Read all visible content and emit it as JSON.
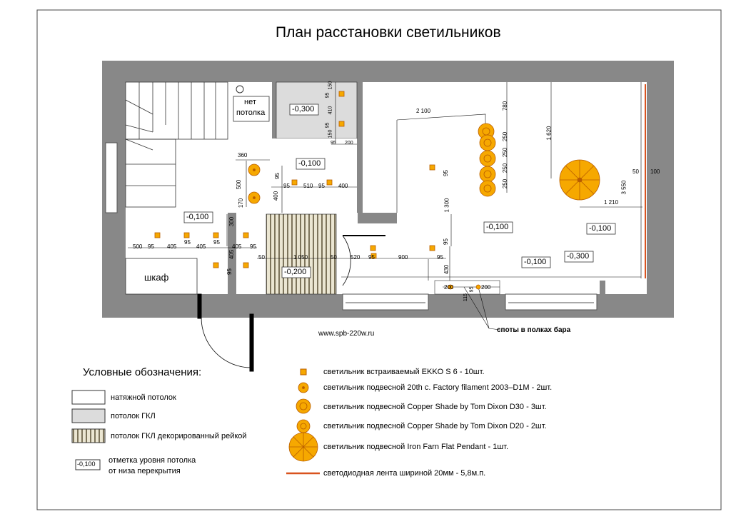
{
  "title": "План расстановки светильников",
  "website": "www.spb-220w.ru",
  "callout": "споты в полках бара",
  "rooms": {
    "no_ceiling_line1": "нет",
    "no_ceiling_line2": "потолка",
    "closet": "шкаф"
  },
  "levels": {
    "gkl_room": "-0,300",
    "corridor": "-0,100",
    "hall": "-0,100",
    "bath": "-0,200",
    "main": "-0,100",
    "right": "-0,100",
    "bar": "-0,100",
    "bar_right": "-0,300"
  },
  "dims": {
    "d150": "150",
    "d410": "410",
    "d95a": "95",
    "d95b": "95",
    "d150b": "150",
    "d95c": "95",
    "d200a": "200",
    "d360": "360",
    "d500v": "500",
    "d400v": "400",
    "d170": "170",
    "d95d": "95",
    "d510": "510",
    "d95e": "95",
    "d400": "400",
    "d95f": "95",
    "d300": "300",
    "d500": "500",
    "d95g": "95",
    "d405a": "405",
    "d95h": "95",
    "d405b": "405",
    "d95i": "95",
    "d405c": "405",
    "d95j": "95",
    "d405v": "405",
    "d95k": "95",
    "d50a": "50",
    "d1050": "1 050",
    "d50b": "50",
    "d520": "520",
    "d95l": "95",
    "d900": "900",
    "d95m": "95",
    "d2100": "2 100",
    "d780": "780",
    "d250a": "250",
    "d250b": "250",
    "d250c": "250",
    "d250d": "250",
    "d1620": "1 620",
    "d95n": "95",
    "d1300": "1 300",
    "d95o": "95",
    "d430": "430",
    "d1210": "1 210",
    "d3550": "3 550",
    "d50c": "50",
    "d100": "100",
    "d200b": "200",
    "d200c": "200",
    "d115": "115",
    "d95p": "95"
  },
  "legend": {
    "heading": "Условные обозначения:",
    "stretch": "натяжной потолок",
    "gkl": "потолок ГКЛ",
    "rail": "потолок ГКЛ декорированный рейкой",
    "mark_sample": "-0,100",
    "mark_line1": "отметка уровня потолка",
    "mark_line2": "от низа перекрытия"
  },
  "fixtures": {
    "ekko": "светильник встраиваемый EKKO S 6 - 10шт.",
    "factory": "светильник подвесной 20th c. Factory filament 2003–D1M - 2шт.",
    "copper30": "светильник подвесной Copper Shade by Tom Dixon D30 - 3шт.",
    "copper20": "светильник подвесной Copper Shade by Tom Dixon D20 - 2шт.",
    "ironfarn": "светильник подвесной Iron Farn Flat Pendant - 1шт.",
    "led": "светодиодная лента шириной 20мм - 5,8м.п."
  },
  "colors": {
    "wall": "#888888",
    "fixture": "#f6a800",
    "fixture_stroke": "#b85c00",
    "gkl": "#dcdcdc",
    "led": "#d9531e",
    "rail": "#c9c0a2"
  }
}
